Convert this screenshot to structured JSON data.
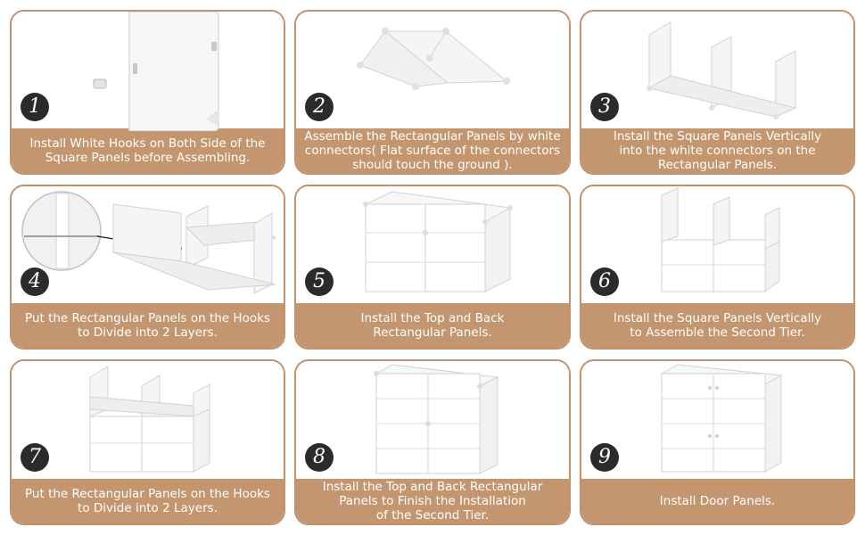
{
  "colors": {
    "border": "#c4916b",
    "caption_bg": "#c49670",
    "caption_text": "#ffffff",
    "number_bg": "#2b2b2b"
  },
  "steps": [
    {
      "number": "1",
      "text": "Install White Hooks on Both Side of the\nSquare Panels before Assembling."
    },
    {
      "number": "2",
      "text": "Assemble the Rectangular Panels by white\nconnectors( Flat surface of the connectors\nshould touch the ground )."
    },
    {
      "number": "3",
      "text": "Install the Square Panels Vertically\ninto the white connectors on the\nRectangular Panels."
    },
    {
      "number": "4",
      "text": "Put the Rectangular Panels on the Hooks\nto Divide into 2 Layers."
    },
    {
      "number": "5",
      "text": "Install the Top and Back\nRectangular Panels."
    },
    {
      "number": "6",
      "text": "Install the Square Panels Vertically\nto Assemble the Second Tier."
    },
    {
      "number": "7",
      "text": "Put the Rectangular Panels on the Hooks\nto Divide into 2 Layers."
    },
    {
      "number": "8",
      "text": "Install the Top and Back Rectangular\nPanels to Finish the Installation\nof the Second Tier."
    },
    {
      "number": "9",
      "text": "Install Door Panels."
    }
  ]
}
